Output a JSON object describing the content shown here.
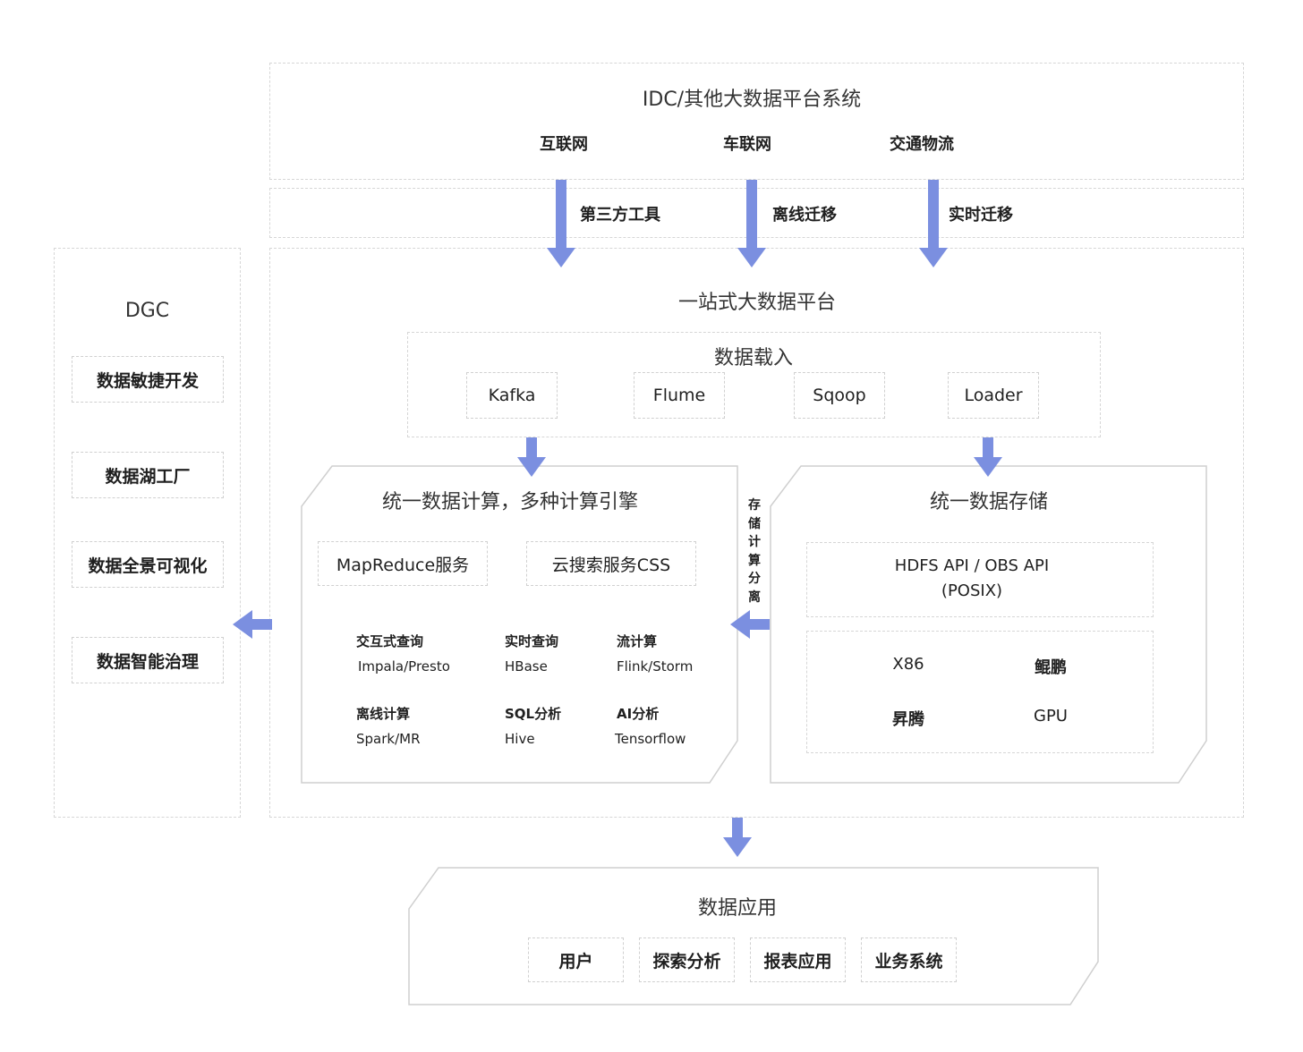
{
  "top": {
    "title": "IDC/其他大数据平台系统",
    "sources": [
      "互联网",
      "车联网",
      "交通物流"
    ]
  },
  "migration": [
    "第三方工具",
    "离线迁移",
    "实时迁移"
  ],
  "dgc": {
    "title": "DGC",
    "items": [
      "数据敏捷开发",
      "数据湖工厂",
      "数据全景可视化",
      "数据智能治理"
    ]
  },
  "platform": {
    "title": "一站式大数据平台",
    "ingest": {
      "title": "数据载入",
      "tools": [
        "Kafka",
        "Flume",
        "Sqoop",
        "Loader"
      ]
    },
    "compute": {
      "title": "统一数据计算，多种计算引擎",
      "services": [
        "MapReduce服务",
        "云搜索服务CSS"
      ],
      "engines": [
        {
          "name": "交互式查询",
          "tech": "Impala/Presto"
        },
        {
          "name": "实时查询",
          "tech": "HBase"
        },
        {
          "name": "流计算",
          "tech": "Flink/Storm"
        },
        {
          "name": "离线计算",
          "tech": "Spark/MR"
        },
        {
          "name": "SQL分析",
          "tech": "Hive"
        },
        {
          "name": "AI分析",
          "tech": "Tensorflow"
        }
      ]
    },
    "separation": [
      "存",
      "储",
      "计",
      "算",
      "分",
      "离"
    ],
    "storage": {
      "title": "统一数据存储",
      "api_line1": "HDFS API / OBS API",
      "api_line2": "(POSIX)",
      "hardware": [
        "X86",
        "鲲鹏",
        "昇腾",
        "GPU"
      ]
    }
  },
  "application": {
    "title": "数据应用",
    "items": [
      "用户",
      "探索分析",
      "报表应用",
      "业务系统"
    ]
  },
  "colors": {
    "arrow": "#7b8fe0",
    "border": "#d6d6d6"
  }
}
